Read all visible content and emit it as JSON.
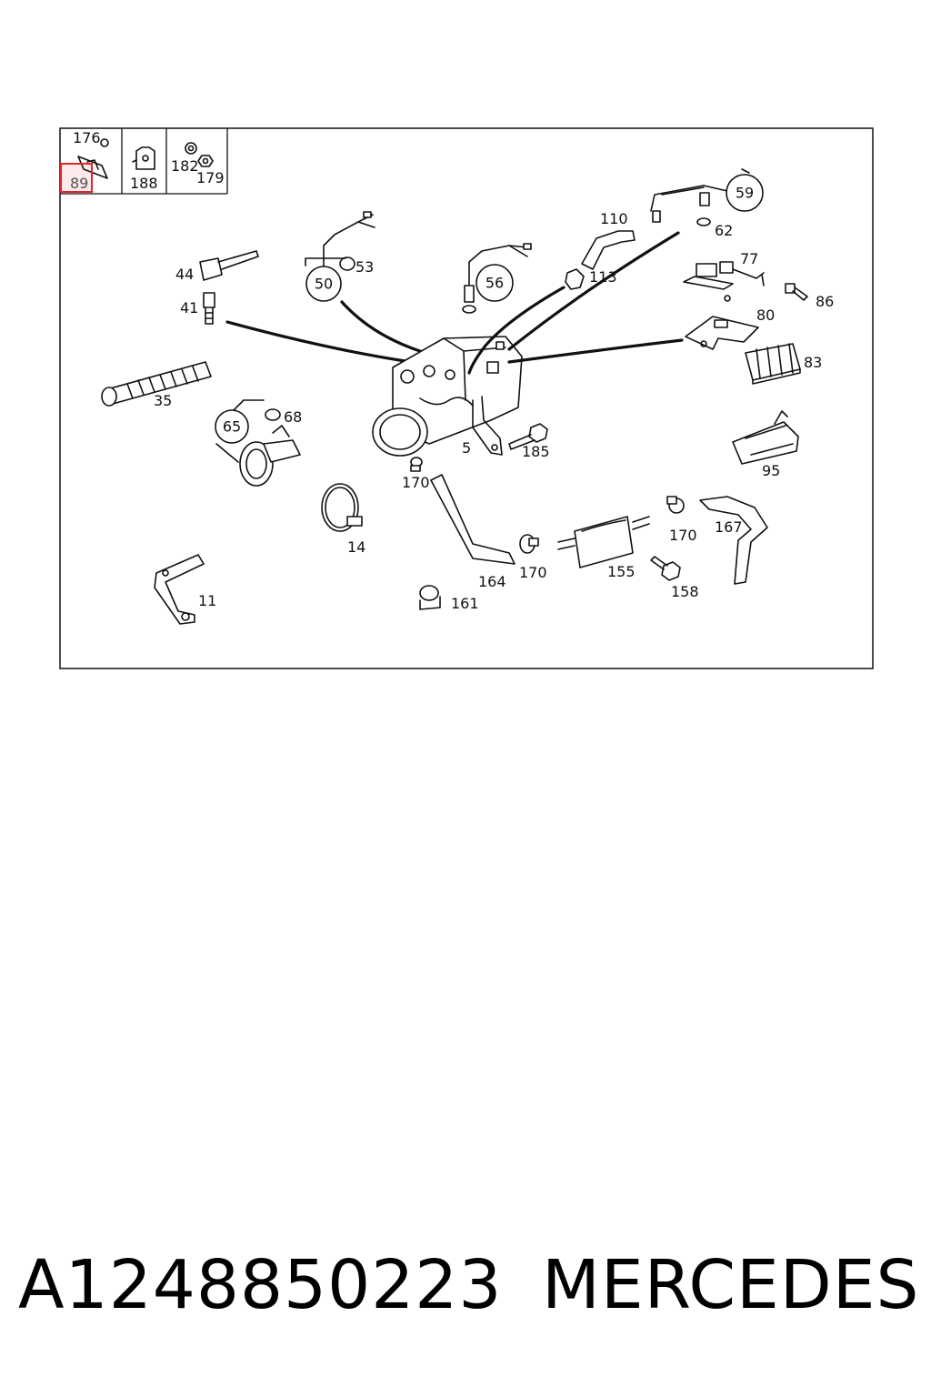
{
  "callouts": {
    "c176": "176",
    "c89": "89",
    "c188": "188",
    "c182": "182",
    "c179": "179",
    "c44": "44",
    "c41": "41",
    "c35": "35",
    "c50": "50",
    "c53": "53",
    "c65": "65",
    "c68": "68",
    "c14": "14",
    "c11": "11",
    "c56": "56",
    "c110": "110",
    "c113": "113",
    "c59": "59",
    "c62": "62",
    "c77": "77",
    "c86": "86",
    "c80": "80",
    "c83": "83",
    "c5": "5",
    "c185": "185",
    "c170a": "170",
    "c164": "164",
    "c161": "161",
    "c170b": "170",
    "c155": "155",
    "c158": "158",
    "c170c": "170",
    "c167": "167",
    "c95": "95"
  },
  "highlight_color": "#e0262b",
  "footer": {
    "part_number": "A1248850223",
    "brand": "MERCEDES"
  }
}
